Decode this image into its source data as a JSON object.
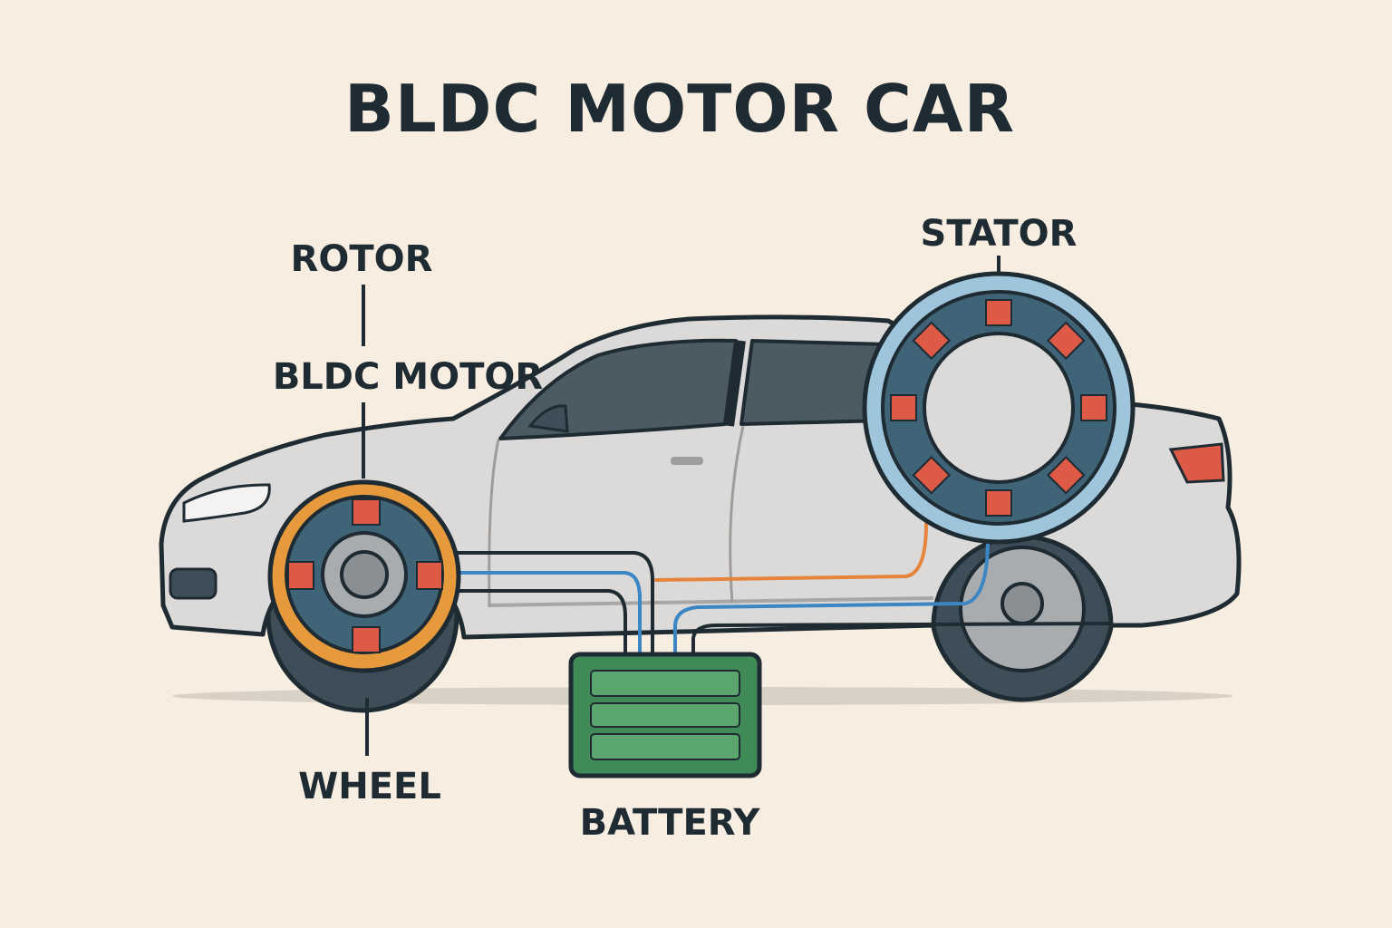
{
  "title": "BLDC MOTOR CAR",
  "labels": {
    "rotor": "ROTOR",
    "bldc_motor": "BLDC MOTOR",
    "stator": "STATOR",
    "wheel": "WHEEL",
    "battery": "BATTERY"
  },
  "colors": {
    "background": "#f7eee1",
    "outline": "#1f2b33",
    "car_body": "#dcdad8",
    "window": "#4b5a63",
    "rotor_ring": "#e79a3c",
    "stator_ring": "#9fc5dc",
    "magnet": "#dd5a46",
    "core": "#3f6478",
    "battery": "#3f8a57",
    "wire_blue": "#3c86c4",
    "wire_orange": "#e6833c",
    "tail_light": "#dd5a46"
  }
}
